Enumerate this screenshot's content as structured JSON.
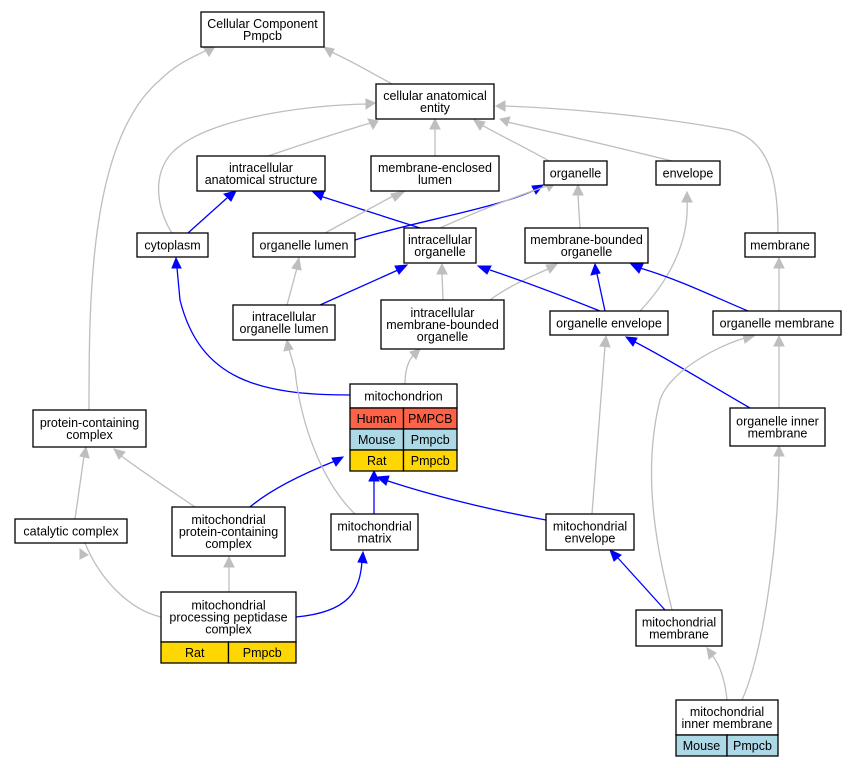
{
  "nodes": {
    "cellular_component": [
      "Cellular Component",
      "Pmpcb"
    ],
    "cellular_anatomical_entity": [
      "cellular anatomical",
      "entity"
    ],
    "intracellular_anatomical_structure": [
      "intracellular",
      "anatomical structure"
    ],
    "membrane_enclosed_lumen": [
      "membrane-enclosed",
      "lumen"
    ],
    "organelle": [
      "organelle"
    ],
    "envelope": [
      "envelope"
    ],
    "cytoplasm": [
      "cytoplasm"
    ],
    "organelle_lumen": [
      "organelle lumen"
    ],
    "intracellular_organelle": [
      "intracellular",
      "organelle"
    ],
    "membrane_bounded_organelle": [
      "membrane-bounded",
      "organelle"
    ],
    "membrane": [
      "membrane"
    ],
    "intracellular_organelle_lumen": [
      "intracellular",
      "organelle lumen"
    ],
    "intracellular_membrane_bounded_organelle": [
      "intracellular",
      "membrane-bounded",
      "organelle"
    ],
    "organelle_envelope": [
      "organelle envelope"
    ],
    "organelle_membrane": [
      "organelle membrane"
    ],
    "mitochondrion": [
      "mitochondrion"
    ],
    "protein_containing_complex": [
      "protein-containing",
      "complex"
    ],
    "organelle_inner_membrane": [
      "organelle inner",
      "membrane"
    ],
    "catalytic_complex": [
      "catalytic complex"
    ],
    "mitochondrial_protein_containing_complex": [
      "mitochondrial",
      "protein-containing",
      "complex"
    ],
    "mitochondrial_matrix": [
      "mitochondrial",
      "matrix"
    ],
    "mitochondrial_envelope": [
      "mitochondrial",
      "envelope"
    ],
    "mitochondrial_processing_peptidase_complex": [
      "mitochondrial",
      "processing peptidase",
      "complex"
    ],
    "mitochondrial_membrane": [
      "mitochondrial",
      "membrane"
    ],
    "mitochondrial_inner_membrane": [
      "mitochondrial",
      "inner membrane"
    ]
  },
  "annotations": {
    "mitochondrion": [
      {
        "species": "Human",
        "gene": "PMPCB",
        "color": "#ff6347"
      },
      {
        "species": "Mouse",
        "gene": "Pmpcb",
        "color": "#add8e6"
      },
      {
        "species": "Rat",
        "gene": "Pmpcb",
        "color": "#ffd700"
      }
    ],
    "mitochondrial_processing_peptidase_complex": [
      {
        "species": "Rat",
        "gene": "Pmpcb",
        "color": "#ffd700"
      }
    ],
    "mitochondrial_inner_membrane": [
      {
        "species": "Mouse",
        "gene": "Pmpcb",
        "color": "#add8e6"
      }
    ]
  },
  "edge_colors": {
    "is_a": "#bebebe",
    "part_of": "#0000ff"
  }
}
